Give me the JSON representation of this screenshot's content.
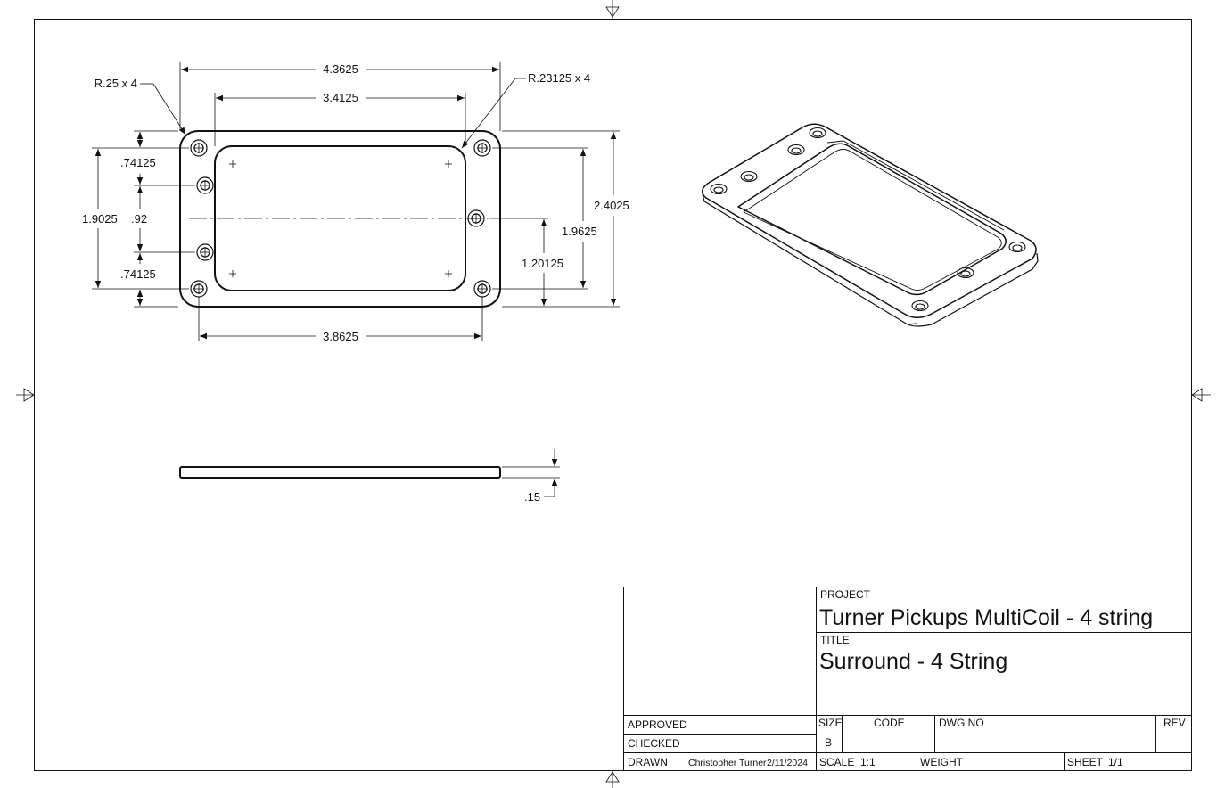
{
  "front_view": {
    "dims": {
      "overall_width": "4.3625",
      "inner_width": "3.4125",
      "hole_span": "3.8625",
      "outer_radius": "R.25 x 4",
      "inner_radius": "R.23125 x 4",
      "top_spacing": ".74125",
      "mid_spacing": ".92",
      "bottom_spacing": ".74125",
      "left_span": "1.9025",
      "right_hole": "1.20125",
      "right_span": "1.9625",
      "overall_height": "2.4025"
    }
  },
  "side_view": {
    "thickness": ".15"
  },
  "title_block": {
    "project_label": "PROJECT",
    "project": "Turner Pickups MultiCoil - 4 string",
    "title_label": "TITLE",
    "title": "Surround - 4 String",
    "approved_label": "APPROVED",
    "checked_label": "CHECKED",
    "drawn_label": "DRAWN",
    "drawn_by": "Christopher Turner",
    "drawn_date": "2/11/2024",
    "size_label": "SIZE",
    "size": "B",
    "code_label": "CODE",
    "dwg_no_label": "DWG NO",
    "rev_label": "REV",
    "scale_label": "SCALE",
    "scale": "1:1",
    "weight_label": "WEIGHT",
    "sheet_label": "SHEET",
    "sheet": "1/1"
  }
}
